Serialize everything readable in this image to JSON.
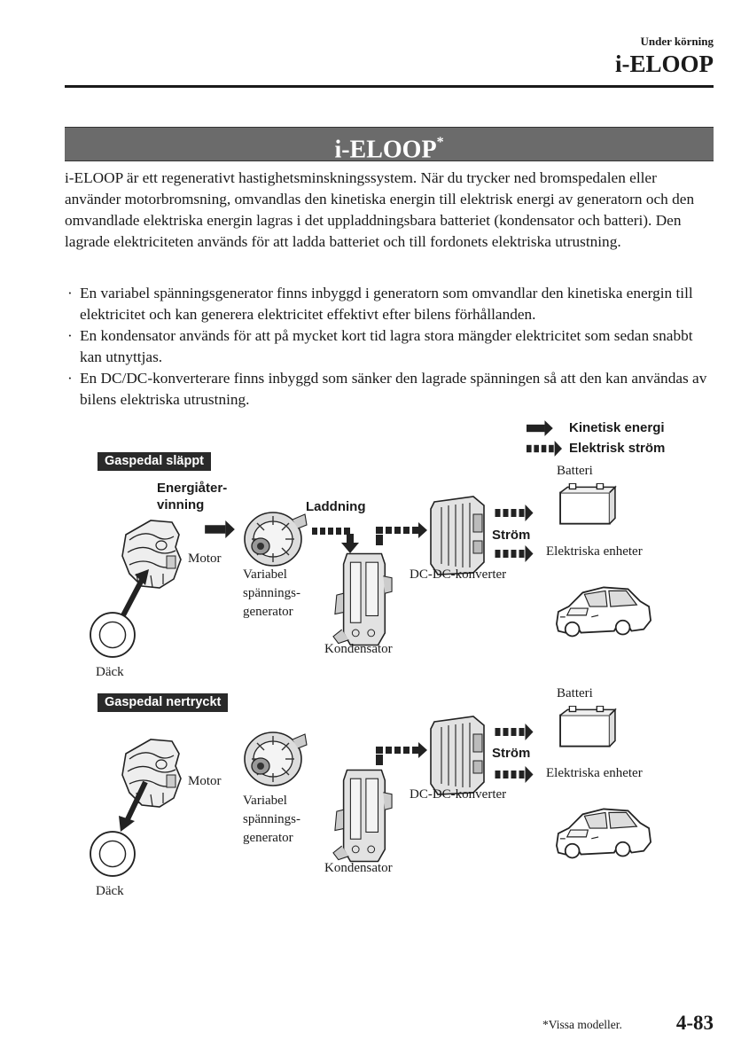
{
  "header": {
    "section": "Under körning",
    "title": "i-ELOOP"
  },
  "banner": {
    "title": "i-ELOOP",
    "mark": "*"
  },
  "intro": "i-ELOOP är ett regenerativt hastighetsminskningssystem. När du trycker ned bromspedalen eller använder motorbromsning, omvandlas den kinetiska energin till elektrisk energi av generatorn och den omvandlade elektriska energin lagras i det uppladdningsbara batteriet (kondensator och batteri). Den lagrade elektriciteten används för att ladda batteriet och till fordonets elektriska utrustning.",
  "bullets": [
    "En variabel spänningsgenerator finns inbyggd i generatorn som omvandlar den kinetiska energin till elektricitet och kan generera elektricitet effektivt efter bilens förhållanden.",
    "En kondensator används för att på mycket kort tid lagra stora mängder elektricitet som sedan snabbt kan utnyttjas.",
    "En DC/DC-konverterare finns inbyggd som sänker den lagrade spänningen så att den kan användas av bilens elektriska utrustning."
  ],
  "bullet_mark": "·",
  "legend": {
    "kinetic": "Kinetisk energi",
    "electric": "Elektrisk ström"
  },
  "diagram1": {
    "mode": "Gaspedal släppt",
    "energy_recovery_line1": "Energiåter-",
    "energy_recovery_line2": "vinning",
    "charging": "Laddning",
    "current": "Ström",
    "motor": "Motor",
    "tire": "Däck",
    "generator_line1": "Variabel",
    "generator_line2": "spännings-",
    "generator_line3": "generator",
    "capacitor": "Kondensator",
    "converter": "DC-DC-konverter",
    "battery": "Batteri",
    "devices": "Elektriska enheter"
  },
  "diagram2": {
    "mode": "Gaspedal nertryckt",
    "current": "Ström",
    "motor": "Motor",
    "tire": "Däck",
    "generator_line1": "Variabel",
    "generator_line2": "spännings-",
    "generator_line3": "generator",
    "capacitor": "Kondensator",
    "converter": "DC-DC-konverter",
    "battery": "Batteri",
    "devices": "Elektriska enheter"
  },
  "footer": {
    "footnote": "*Vissa modeller.",
    "page": "4-83"
  }
}
